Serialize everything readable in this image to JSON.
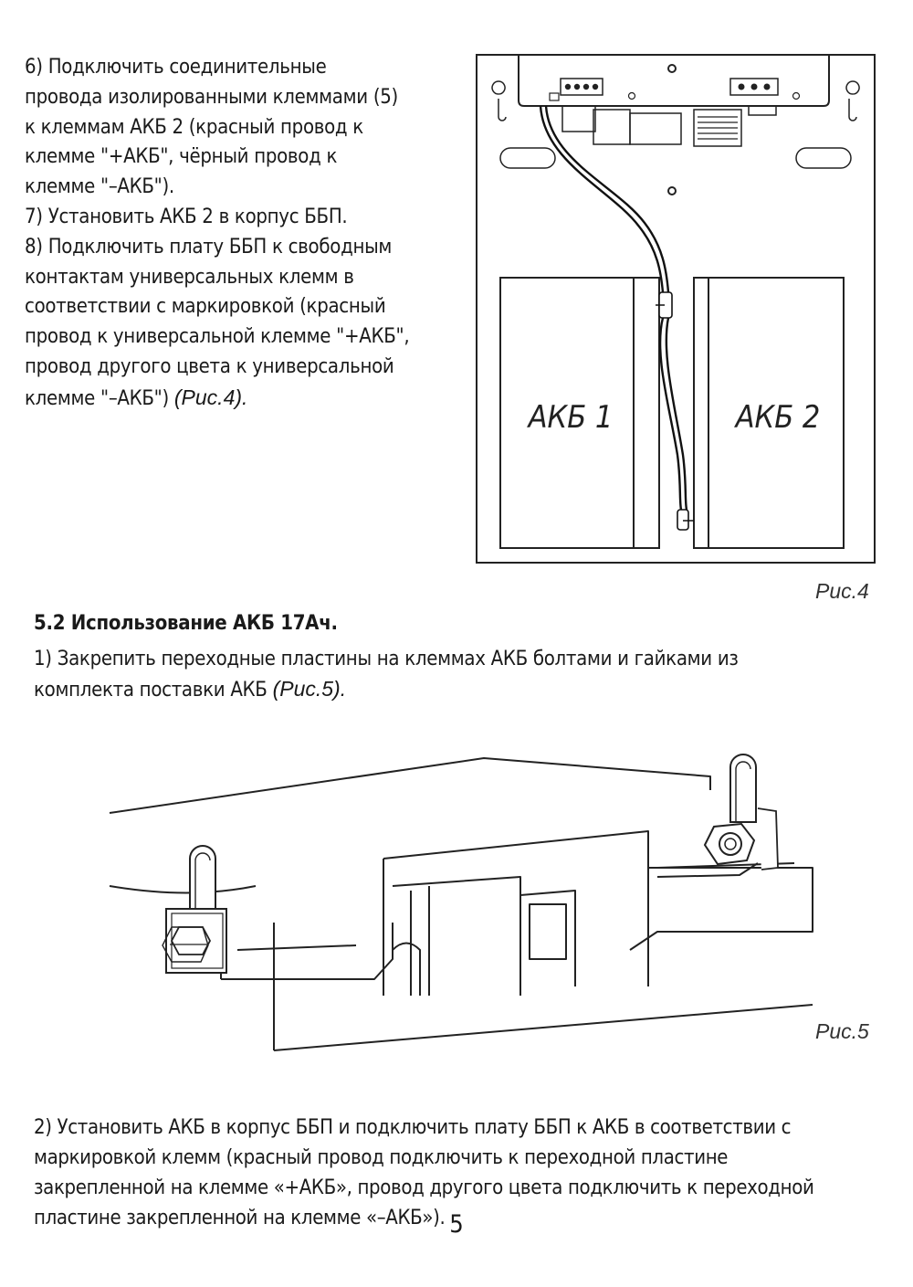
{
  "steps_top": {
    "lines": [
      "6) Подключить соединительные",
      "провода изолированными клеммами (5)",
      "к клеммам АКБ 2 (красный провод к",
      "клемме \"+АКБ\", чёрный провод к",
      "клемме \"–АКБ\").",
      "7) Установить АКБ 2 в корпус ББП.",
      "8) Подключить плату ББП к свободным",
      "контактам универсальных клемм в",
      "соответствии с маркировкой (красный",
      "провод к универсальной клемме \"+АКБ\",",
      "провод другого цвета к универсальной",
      "клемме \"–АКБ\")"
    ],
    "ref": "(Рис.4)."
  },
  "figure4": {
    "battery1_label": "АКБ 1",
    "battery2_label": "АКБ 2",
    "caption": "Рис.4"
  },
  "section_5_2": {
    "title": "5.2 Использование АКБ 17Ач.",
    "step1_lines": [
      "1) Закрепить переходные пластины на клеммах АКБ болтами и гайками из",
      "комплекта поставки АКБ"
    ],
    "step1_ref": "(Рис.5)."
  },
  "figure5": {
    "caption": "Рис.5"
  },
  "step2": {
    "lines": [
      "2) Установить АКБ в корпус ББП и подключить плату  ББП к АКБ в соответствии с",
      "маркировкой клемм (красный провод подключить к переходной пластине",
      "закрепленной на клемме «+АКБ», провод другого цвета подключить к переходной",
      "пластине закрепленной на клемме «–АКБ»)."
    ]
  },
  "page_number": "5"
}
